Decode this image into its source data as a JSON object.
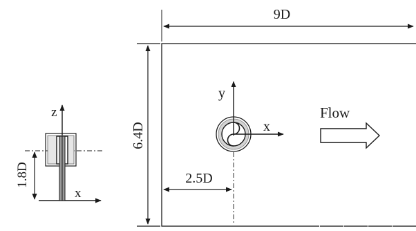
{
  "labels": {
    "width": "9D",
    "height": "6.4D",
    "offset": "2.5D",
    "depth": "1.8D",
    "flow": "Flow",
    "x_main": "x",
    "y_main": "y",
    "z_side": "z",
    "x_side": "x"
  },
  "colors": {
    "line": "#1a1a1a",
    "fill_gray": "#c8c8c8",
    "arrow_fill": "#ffffff"
  }
}
